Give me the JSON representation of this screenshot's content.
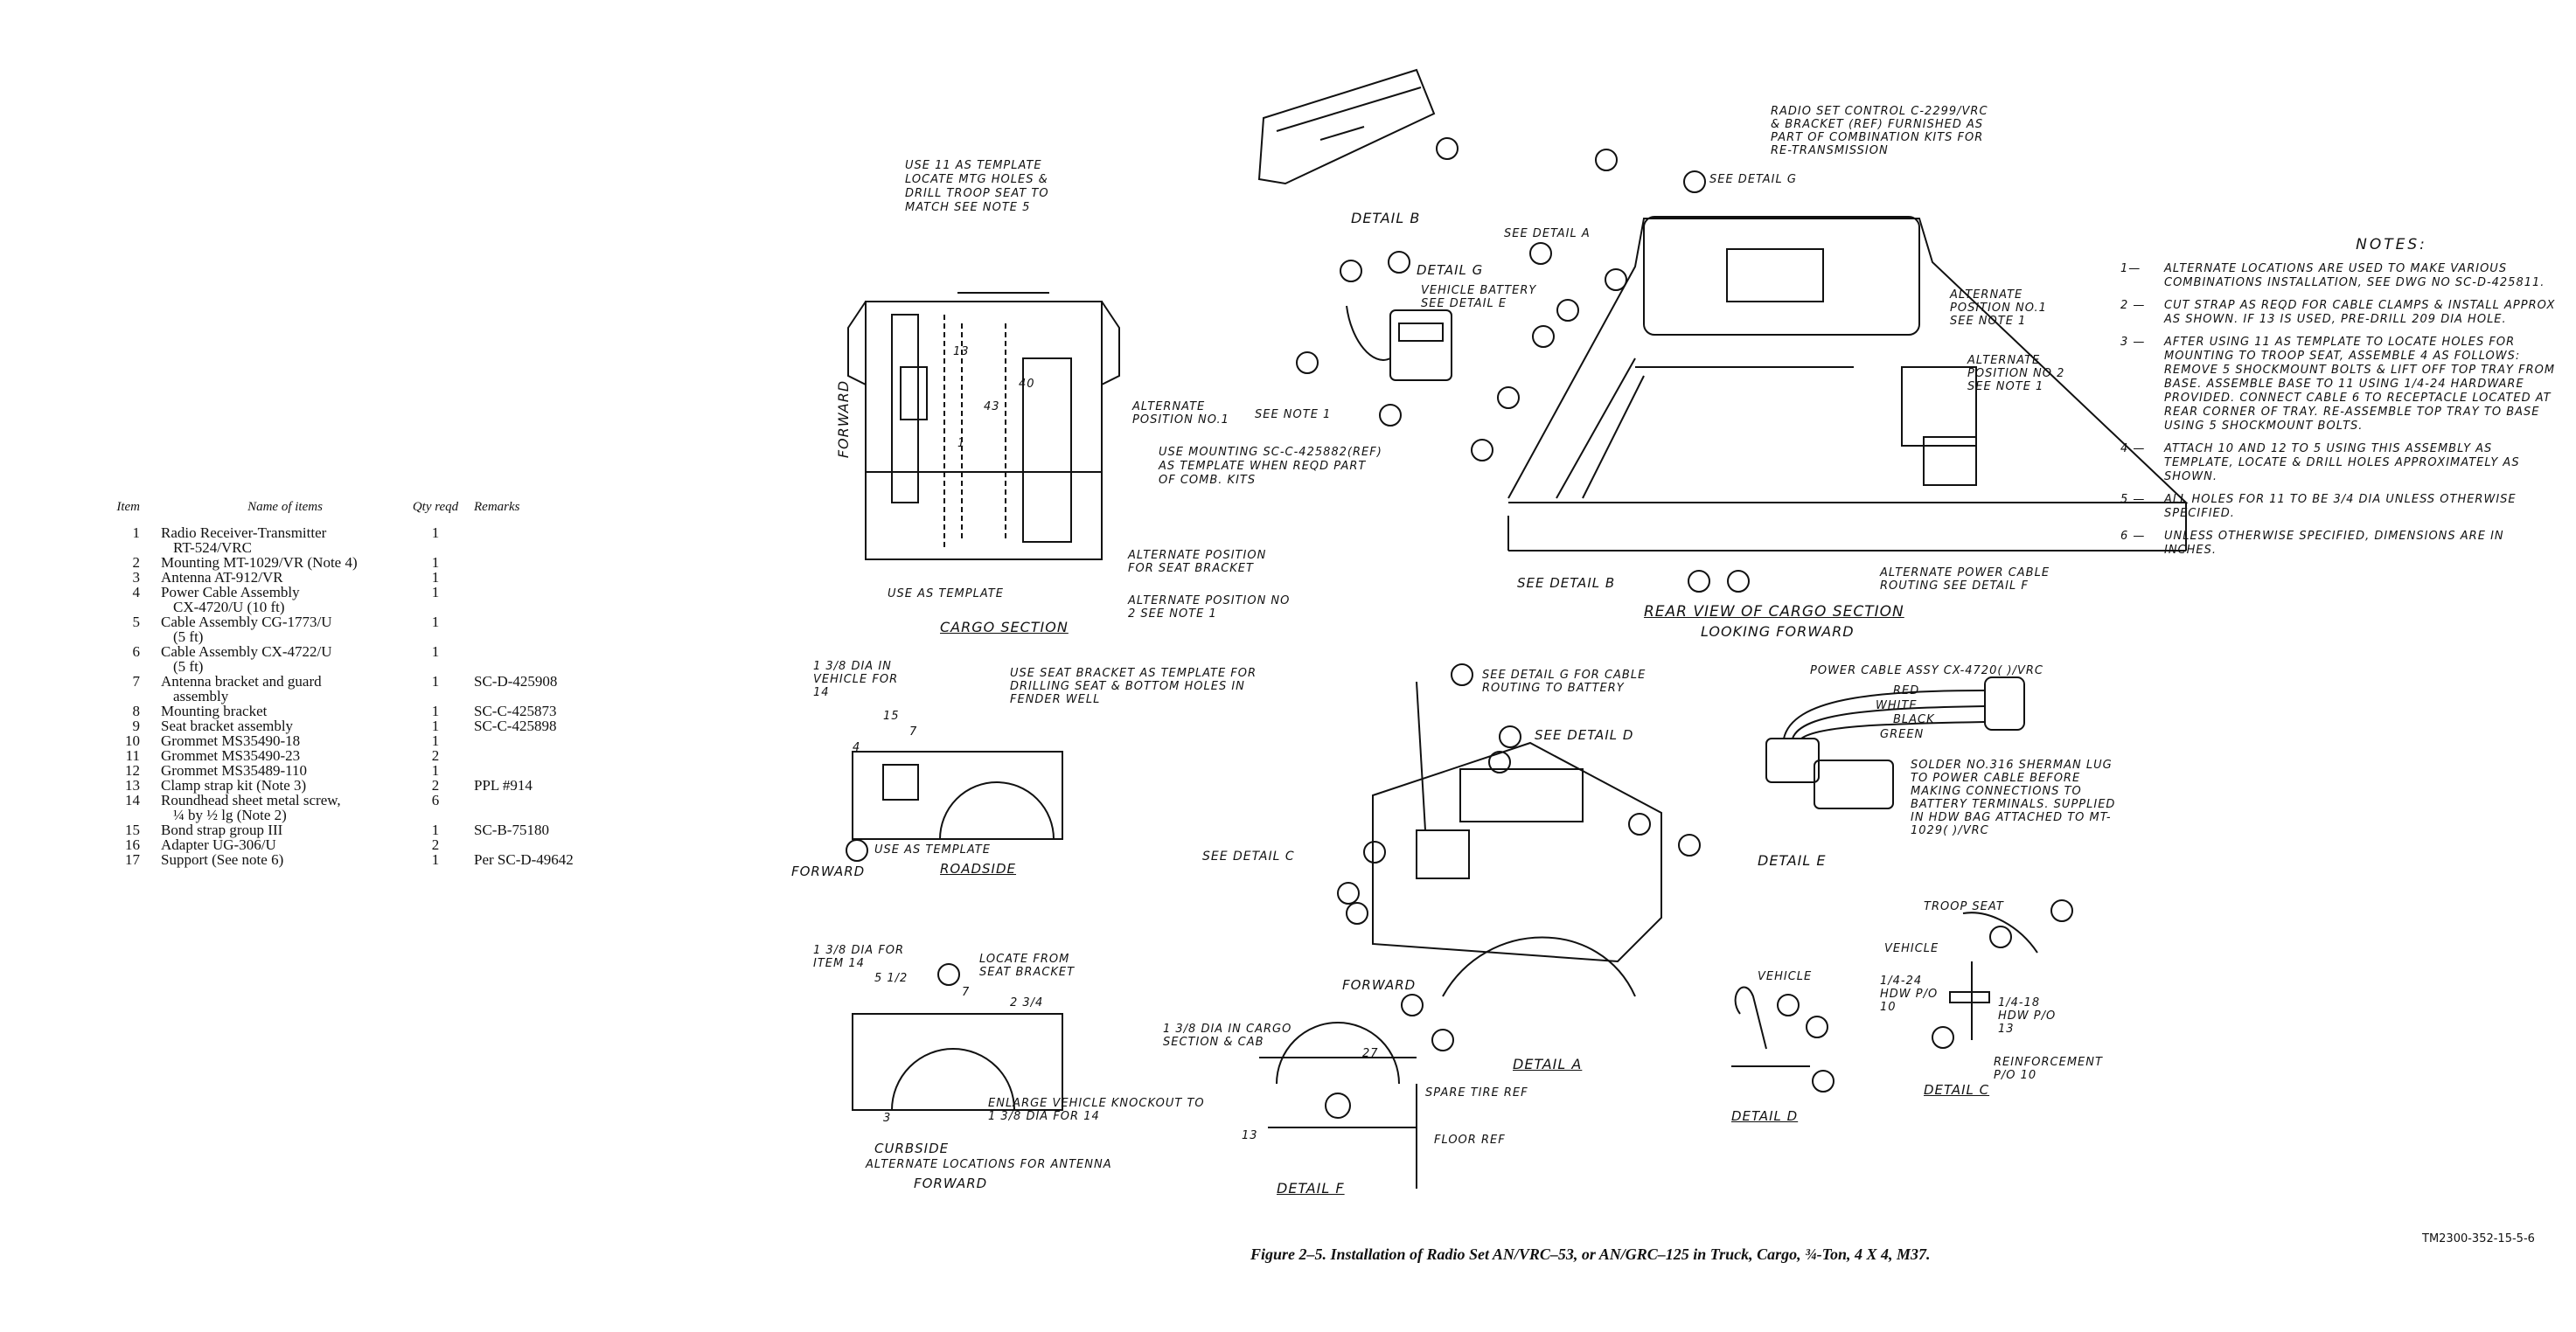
{
  "parts_table": {
    "headers": {
      "item": "Item",
      "name": "Name of items",
      "qty": "Qty reqd",
      "remarks": "Remarks"
    },
    "rows": [
      {
        "item": "1",
        "name": "Radio Receiver-Transmitter",
        "sub": "RT-524/VRC",
        "qty": "1",
        "remarks": ""
      },
      {
        "item": "2",
        "name": "Mounting MT-1029/VR (Note 4)",
        "sub": "",
        "qty": "1",
        "remarks": ""
      },
      {
        "item": "3",
        "name": "Antenna AT-912/VR",
        "sub": "",
        "qty": "1",
        "remarks": ""
      },
      {
        "item": "4",
        "name": "Power Cable Assembly",
        "sub": "CX-4720/U (10 ft)",
        "qty": "1",
        "remarks": ""
      },
      {
        "item": "5",
        "name": "Cable Assembly CG-1773/U",
        "sub": "(5 ft)",
        "qty": "1",
        "remarks": ""
      },
      {
        "item": "6",
        "name": "Cable Assembly CX-4722/U",
        "sub": "(5 ft)",
        "qty": "1",
        "remarks": ""
      },
      {
        "item": "7",
        "name": "Antenna bracket and guard",
        "sub": "assembly",
        "qty": "1",
        "remarks": "SC-D-425908"
      },
      {
        "item": "8",
        "name": "Mounting bracket",
        "sub": "",
        "qty": "1",
        "remarks": "SC-C-425873"
      },
      {
        "item": "9",
        "name": "Seat bracket assembly",
        "sub": "",
        "qty": "1",
        "remarks": "SC-C-425898"
      },
      {
        "item": "10",
        "name": "Grommet MS35490-18",
        "sub": "",
        "qty": "1",
        "remarks": ""
      },
      {
        "item": "11",
        "name": "Grommet MS35490-23",
        "sub": "",
        "qty": "2",
        "remarks": ""
      },
      {
        "item": "12",
        "name": "Grommet MS35489-110",
        "sub": "",
        "qty": "1",
        "remarks": ""
      },
      {
        "item": "13",
        "name": "Clamp strap kit (Note 3)",
        "sub": "",
        "qty": "2",
        "remarks": "PPL #914"
      },
      {
        "item": "14",
        "name": "Roundhead sheet metal screw,",
        "sub": "¼ by ½ lg (Note 2)",
        "qty": "6",
        "remarks": ""
      },
      {
        "item": "15",
        "name": "Bond strap group III",
        "sub": "",
        "qty": "1",
        "remarks": "SC-B-75180"
      },
      {
        "item": "16",
        "name": "Adapter UG-306/U",
        "sub": "",
        "qty": "2",
        "remarks": ""
      },
      {
        "item": "17",
        "name": "Support (See note 6)",
        "sub": "",
        "qty": "1",
        "remarks": "Per SC-D-49642"
      }
    ]
  },
  "notes": {
    "title": "NOTES:",
    "items": [
      {
        "num": "1—",
        "text": "ALTERNATE LOCATIONS ARE USED TO MAKE VARIOUS COMBINATIONS INSTALLATION, SEE DWG NO SC-D-425811."
      },
      {
        "num": "2 —",
        "text": "CUT STRAP AS REQD FOR CABLE CLAMPS & INSTALL APPROX AS SHOWN. IF 13 IS USED, PRE-DRILL 209 DIA HOLE."
      },
      {
        "num": "3 —",
        "text": "AFTER USING 11 AS TEMPLATE TO LOCATE HOLES FOR MOUNTING TO TROOP SEAT, ASSEMBLE 4 AS FOLLOWS: REMOVE 5 SHOCKMOUNT BOLTS & LIFT OFF TOP TRAY FROM BASE. ASSEMBLE BASE TO 11 USING 1/4-24 HARDWARE PROVIDED. CONNECT CABLE 6 TO RECEPTACLE LOCATED AT REAR CORNER OF TRAY. RE-ASSEMBLE TOP TRAY TO BASE USING 5 SHOCKMOUNT BOLTS."
      },
      {
        "num": "4 —",
        "text": "ATTACH 10 AND 12 TO 5 USING THIS ASSEMBLY AS TEMPLATE, LOCATE & DRILL HOLES APPROXIMATELY AS SHOWN."
      },
      {
        "num": "5 —",
        "text": "ALL HOLES FOR 11 TO BE 3/4 DIA UNLESS OTHERWISE SPECIFIED."
      },
      {
        "num": "6 —",
        "text": "UNLESS OTHERWISE SPECIFIED, DIMENSIONS ARE IN INCHES."
      }
    ]
  },
  "labels": {
    "use11": "USE 11 AS TEMPLATE LOCATE MTG HOLES & DRILL TROOP SEAT TO MATCH SEE NOTE 5",
    "forward_v": "FORWARD",
    "alt_pos1": "ALTERNATE POSITION NO.1",
    "see_note1": "SEE NOTE 1",
    "use_mounting": "USE MOUNTING SC-C-425882(REF) AS TEMPLATE WHEN REQD PART OF COMB. KITS",
    "alt_seat": "ALTERNATE POSITION FOR SEAT BRACKET",
    "alt_pos2": "ALTERNATE POSITION NO 2 SEE NOTE 1",
    "use_template13": "USE AS TEMPLATE",
    "cargo_section": "CARGO SECTION",
    "detail_b": "DETAIL B",
    "detail_g": "DETAIL G",
    "veh_battery": "VEHICLE BATTERY SEE DETAIL E",
    "radio_set_control": "RADIO SET CONTROL C-2299/VRC & BRACKET (REF) FURNISHED AS PART OF COMBINATION KITS FOR RE-TRANSMISSION",
    "see_detail_g": "SEE DETAIL G",
    "see_detail_a": "SEE DETAIL A",
    "alt_pos1_rear": "ALTERNATE POSITION NO.1 SEE NOTE 1",
    "alt_pos2_rear": "ALTERNATE POSITION NO 2 SEE NOTE 1",
    "see_detail_b": "SEE DETAIL B",
    "alt_power": "ALTERNATE POWER CABLE ROUTING SEE DETAIL F",
    "rear_view": "REAR VIEW OF CARGO SECTION",
    "looking_forward": "LOOKING FORWARD",
    "dia_vehicle": "1 3/8 DIA IN VEHICLE FOR 14",
    "use_seat_bracket": "USE SEAT BRACKET AS TEMPLATE FOR DRILLING SEAT & BOTTOM HOLES IN FENDER WELL",
    "use_as_template10": "USE AS TEMPLATE",
    "forward": "FORWARD",
    "roadside": "ROADSIDE",
    "see_detail_g_cable": "SEE DETAIL G FOR CABLE ROUTING TO BATTERY",
    "see_detail_d": "SEE DETAIL D",
    "see_detail_c": "SEE DETAIL C",
    "detail_a": "DETAIL A",
    "power_cable_assy": "POWER CABLE ASSY CX-4720( )/VRC",
    "red": "RED",
    "white": "WHITE",
    "black": "BLACK",
    "green": "GREEN",
    "solder": "SOLDER NO.316 SHERMAN LUG TO POWER CABLE BEFORE MAKING CONNECTIONS TO BATTERY TERMINALS. SUPPLIED IN HDW BAG ATTACHED TO MT-1029( )/VRC",
    "detail_e": "DETAIL E",
    "dia_item14": "1 3/8 DIA FOR ITEM 14",
    "locate_from": "LOCATE FROM SEAT BRACKET",
    "enlarge": "ENLARGE VEHICLE KNOCKOUT TO 1 3/8 DIA FOR 14",
    "curbside": "CURBSIDE",
    "alt_antenna": "ALTERNATE LOCATIONS FOR ANTENNA",
    "dia_cargo": "1 3/8 DIA IN CARGO SECTION & CAB",
    "spare_tire": "SPARE TIRE REF",
    "floor_ref": "FLOOR REF",
    "detail_f": "DETAIL F",
    "vehicle": "VEHICLE",
    "detail_d": "DETAIL D",
    "troop_seat": "TROOP SEAT",
    "vehicle2": "VEHICLE",
    "hdw24": "1/4-24 HDW P/O 10",
    "hdw18": "1/4-18 HDW P/O 13",
    "reinforcement": "REINFORCEMENT P/O 10",
    "detail_c": "DETAIL C",
    "dim_13": "13",
    "dim_40": "40",
    "dim_43": "43",
    "dim_1": "1",
    "dim_27": "27",
    "dim_13f": "13",
    "dim_15": "15",
    "dim_7": "7",
    "dim_4": "4",
    "dim_5h": "5 1/2",
    "dim_7b": "7",
    "dim_2q": "2 3/4",
    "dim_3": "3"
  },
  "caption": "Figure 2–5. Installation of Radio Set AN/VRC–53, or AN/GRC–125 in Truck, Cargo, ¾-Ton, 4 X 4, M37.",
  "figure_id": "TM2300-352-15-5-6"
}
